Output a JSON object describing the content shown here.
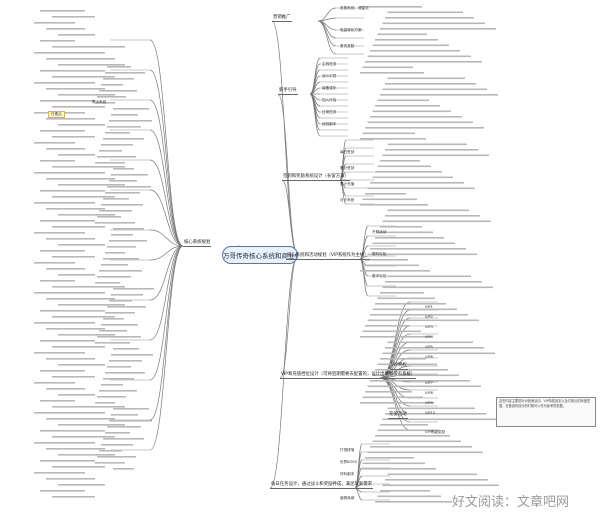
{
  "central_topic": "万哥传奇核心系统和商业化思路",
  "branches": {
    "b1": "营销推广",
    "b2": "新手引导",
    "b3": "签到和奖励系统设计（长留方法）",
    "b4": "核心系统规划",
    "b5": "核心系统和活动规划（VIP系统作为主线）",
    "b6": "VIP和充值挡位设计（可将后期需要去配置的，设计出能够带有系统）",
    "b7": "每日任务设计，通过战斗和奖励养成，满足玩家需求",
    "b8": "VIP特权",
    "b9": "充值活动"
  },
  "labels": {
    "l1": "收费系统、收益点",
    "l2": "吸量转化方案",
    "l3": "VIP等级奖励",
    "l4": "首充奖励",
    "l5": "加入行会",
    "l6": "主线任务",
    "l7": "战斗引导",
    "l8": "装备强化",
    "l9": "日常任务",
    "l10": "帮派系统",
    "l11": "经验副本",
    "l12": "每日签到",
    "l13": "累计签到",
    "l14": "累计充值",
    "l15": "月卡系统",
    "l16": "开服活动",
    "l17": "限时礼包",
    "l18": "首冲礼包",
    "l19": "VIP1",
    "l20": "VIP2",
    "l21": "VIP3",
    "l22": "VIP4",
    "l23": "VIP5",
    "l24": "VIP6",
    "l25": "VIP7",
    "l26": "VIP8",
    "l27": "VIP9",
    "l28": "VIP10",
    "l29": "打怪掉落",
    "l30": "世界BOSS",
    "l31": "材料副本",
    "l32": "道具商城"
  },
  "highlight": "付费点",
  "note": "这些内容主要是针对营销活动，VIP特权设定以及付费点的深度挖掘，在做游戏设计的时候可以作为参考的依据。",
  "watermark": "好文阅读：文章吧网",
  "colors": {
    "connector": "#777777",
    "central_border": "#5577aa",
    "central_fill": "#eaf1fb",
    "highlight_fill": "#fff7c2"
  }
}
